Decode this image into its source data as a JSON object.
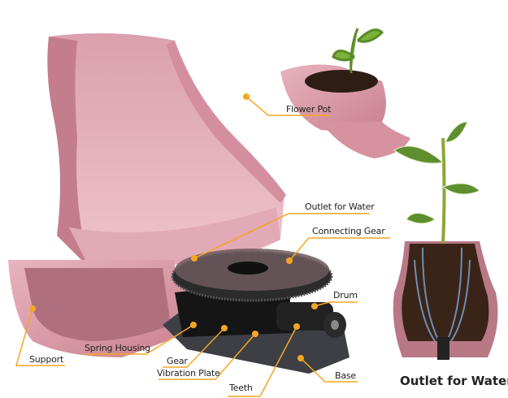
{
  "labels": {
    "flower_pot": "Flower Pot",
    "outlet_for_water": "Outlet for Water",
    "connecting_gear": "Connecting Gear",
    "drum": "Drum",
    "support": "Support",
    "spring_housing": "Spring Housing",
    "gear": "Gear",
    "vibration_plate": "Vibration Plate",
    "teeth": "Teeth",
    "base": "Base",
    "cross_section_caption": "Outlet for Water"
  },
  "colors": {
    "pot": "#d99aa8",
    "leader": "#f5a623",
    "mechanism": "#1a1a1a",
    "soil": "#3a2418"
  }
}
